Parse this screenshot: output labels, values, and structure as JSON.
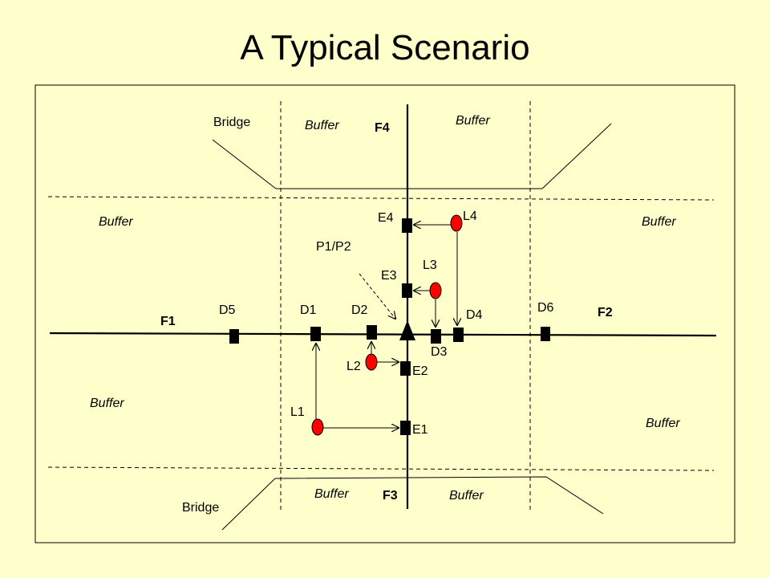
{
  "slide": {
    "title": "A Typical Scenario",
    "colors": {
      "background": "#FFFFCC",
      "frame_border": "#000000",
      "sensor_node": "#000000",
      "light_node": "#FF0000"
    }
  },
  "diagram": {
    "zones": {
      "buffer_top_left": "Buffer",
      "buffer_top_right": "Buffer",
      "buffer_left_upper": "Buffer",
      "buffer_right_upper": "Buffer",
      "buffer_left_lower": "Buffer",
      "buffer_right_lower": "Buffer",
      "buffer_bottom_left": "Buffer",
      "buffer_bottom_right": "Buffer",
      "bridge_top": "Bridge",
      "bridge_bottom": "Bridge"
    },
    "flows": {
      "f1": "F1",
      "f2": "F2",
      "f3": "F3",
      "f4": "F4"
    },
    "detectors": {
      "d1": "D1",
      "d2": "D2",
      "d3": "D3",
      "d4": "D4",
      "d5": "D5",
      "d6": "D6"
    },
    "exits": {
      "e1": "E1",
      "e2": "E2",
      "e3": "E3",
      "e4": "E4"
    },
    "lights": {
      "l1": "L1",
      "l2": "L2",
      "l3": "L3",
      "l4": "L4"
    },
    "junction_label": "P1/P2"
  }
}
